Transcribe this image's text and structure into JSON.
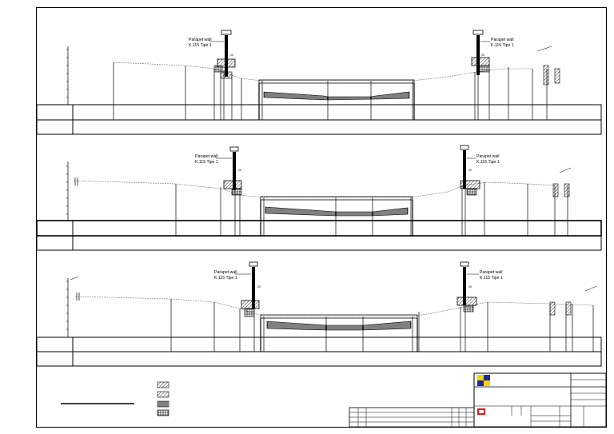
{
  "sections": [
    {
      "left_label": "Parapet wall",
      "left_sublabel": "K.115 Tipe 1",
      "right_label": "Parapet wall",
      "right_sublabel": "K.115 Tipe 1"
    },
    {
      "left_label": "Parapet wall",
      "left_sublabel": "K.115 Tipe 1",
      "right_label": "Parapet wall",
      "right_sublabel": "K.115 Tipe 1"
    },
    {
      "left_label": "Parapet wall",
      "left_sublabel": "K.115 Tipe 1",
      "right_label": "Parapet wall",
      "right_sublabel": "K.115 Tipe 1"
    }
  ],
  "dimension_marks": [
    "20",
    "20",
    "20",
    "20",
    "20",
    "20"
  ],
  "colors": {
    "line": "#000000",
    "logo_yellow": "#f2d400",
    "logo_blue": "#1a2a9c",
    "logo_red": "#d81e1e"
  }
}
